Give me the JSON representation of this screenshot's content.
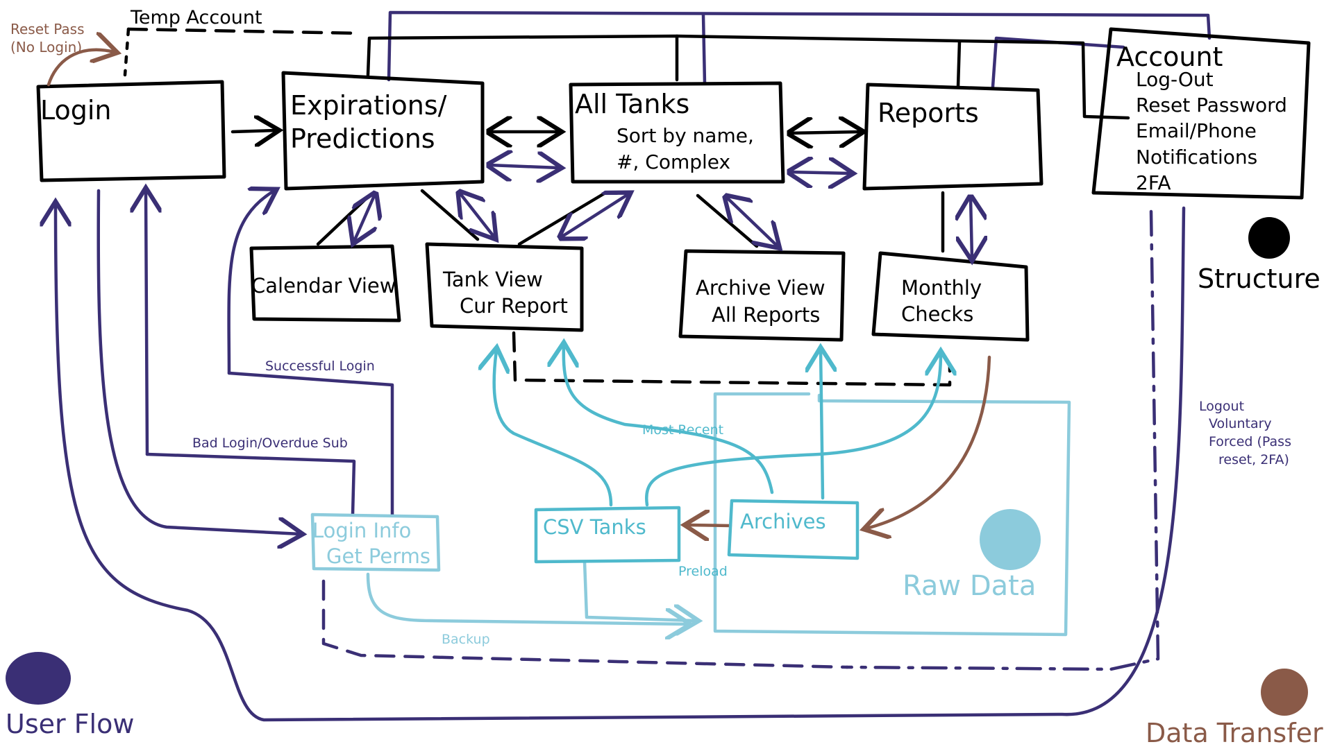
{
  "colors": {
    "structure": "#000000",
    "user_flow": "#3a2f75",
    "data_transfer": "#8a5a48",
    "raw_data": "#8ccbdc",
    "raw_box_dark": "#4fb9cc",
    "raw_box_light": "#8ccbdc"
  },
  "nodes": {
    "login": {
      "label": "Login"
    },
    "expirations": {
      "line1": "Expirations/",
      "line2": "Predictions"
    },
    "all_tanks": {
      "title": "All Tanks",
      "line1": "Sort by name,",
      "line2": "#, Complex"
    },
    "reports": {
      "label": "Reports"
    },
    "account": {
      "title": "Account",
      "items": [
        "Log-Out",
        "Reset Password",
        "Email/Phone",
        "Notifications",
        "2FA"
      ]
    },
    "calendar_view": {
      "label": "Calendar View"
    },
    "tank_view": {
      "line1": "Tank View",
      "line2": "Cur Report"
    },
    "archive_view": {
      "line1": "Archive View",
      "line2": "All Reports"
    },
    "monthly_checks": {
      "line1": "Monthly",
      "line2": "Checks"
    },
    "login_info": {
      "line1": "Login Info",
      "line2": "Get Perms"
    },
    "csv_tanks": {
      "label": "CSV Tanks"
    },
    "archives": {
      "label": "Archives"
    }
  },
  "annotations": {
    "temp_account": "Temp Account",
    "reset_pass_1": "Reset Pass",
    "reset_pass_2": "(No Login)",
    "successful_login": "Successful Login",
    "bad_login": "Bad Login/Overdue Sub",
    "most_recent": "Most Recent",
    "preload": "Preload",
    "backup": "Backup",
    "logout_1": "Logout",
    "logout_2": "Voluntary",
    "logout_3": "Forced (Pass",
    "logout_4": "reset, 2FA)"
  },
  "legend": {
    "structure": "Structure",
    "user_flow": "User Flow",
    "data_transfer": "Data Transfer",
    "raw_data": "Raw Data"
  }
}
